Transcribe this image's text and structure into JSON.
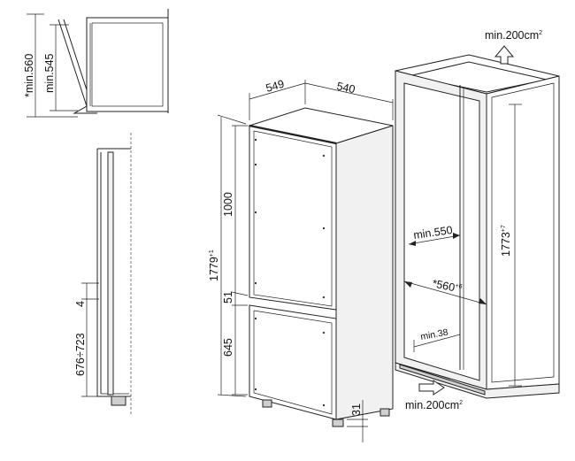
{
  "top_left_detail": {
    "dims": [
      "*min.560",
      "min.545"
    ]
  },
  "left_section": {
    "dims": [
      "4",
      "676÷723"
    ]
  },
  "fridge": {
    "width": "549",
    "depth": "540",
    "height_total": "1779",
    "height_total_sup": "+1",
    "upper_door": "1000",
    "gap": "51",
    "lower_door": "645",
    "bottom": "31"
  },
  "niche": {
    "vent_top": "min.200cm",
    "vent_top_sup": "2",
    "width_min": "min.550",
    "width_nominal": "*560",
    "width_nominal_sup": "+6",
    "height": "1773",
    "height_sup": "+7",
    "depth_min": "min.38",
    "vent_bottom": "min.200cm",
    "vent_bottom_sup": "2"
  }
}
